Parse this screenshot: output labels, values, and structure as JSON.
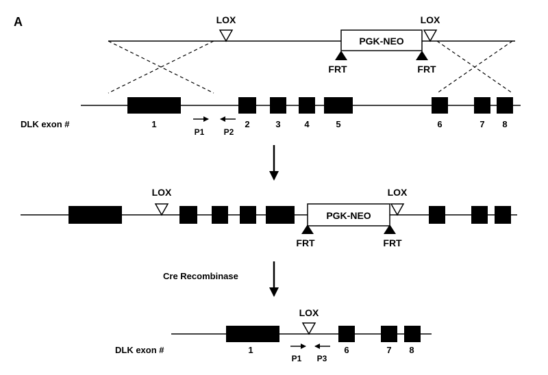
{
  "panel_label": "A",
  "labels": {
    "lox": "LOX",
    "frt": "FRT",
    "cassette": "PGK-NEO",
    "exon_axis": "DLK exon #",
    "cre": "Cre Recombinase",
    "primer_p1": "P1",
    "primer_p2": "P2",
    "primer_p3": "P3"
  },
  "top_exon_numbers": [
    "1",
    "2",
    "3",
    "4",
    "5",
    "6",
    "7",
    "8"
  ],
  "bottom_exon_numbers": [
    "1",
    "6",
    "7",
    "8"
  ],
  "colors": {
    "ink": "#000000",
    "background": "#ffffff"
  }
}
